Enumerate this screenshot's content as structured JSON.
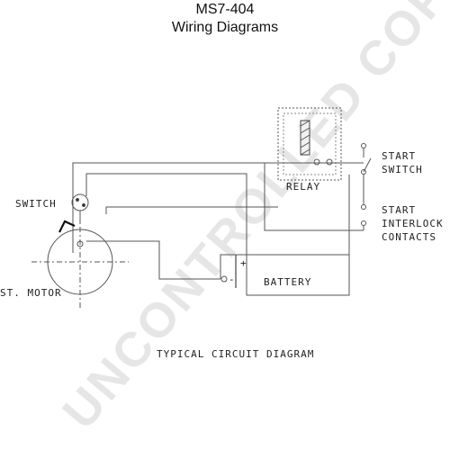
{
  "header": {
    "title": "MS7-404",
    "subtitle": "Wiring Diagrams"
  },
  "labels": {
    "relay": "RELAY",
    "start_switch_1": "START",
    "start_switch_2": "SWITCH",
    "start_interlock_1": "START",
    "start_interlock_2": "INTERLOCK",
    "start_interlock_3": "CONTACTS",
    "switch": "SWITCH",
    "battery": "BATTERY",
    "battery_plus": "+",
    "battery_minus": "-",
    "st_motor": "ST. MOTOR",
    "caption": "TYPICAL CIRCUIT DIAGRAM"
  },
  "watermark": {
    "text": "UNCONTROLLED COPY",
    "color": "#e6e6e6"
  }
}
